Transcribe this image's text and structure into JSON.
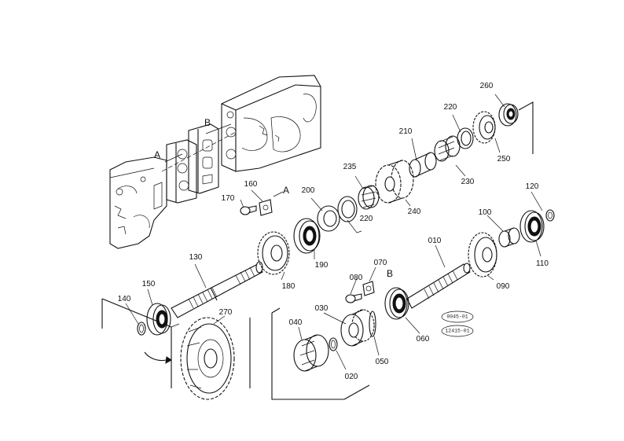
{
  "diagram": {
    "parts": {
      "p010": "010",
      "p020": "020",
      "p030": "030",
      "p040": "040",
      "p050": "050",
      "p060": "060",
      "p070": "070",
      "p080": "080",
      "p090": "090",
      "p100": "100",
      "p110": "110",
      "p120": "120",
      "p130": "130",
      "p140": "140",
      "p150": "150",
      "p160": "160",
      "p170": "170",
      "p180": "180",
      "p190": "190",
      "p200": "200",
      "p210": "210",
      "p220a": "220",
      "p220b": "220",
      "p230": "230",
      "p235": "235",
      "p240": "240",
      "p250": "250",
      "p260": "260",
      "p270": "270"
    },
    "refs": {
      "refA1": "A",
      "refB1": "B",
      "refA2": "A",
      "refB2": "B"
    },
    "stamps": {
      "s1": "0045-01",
      "s2": "12415-01"
    }
  }
}
